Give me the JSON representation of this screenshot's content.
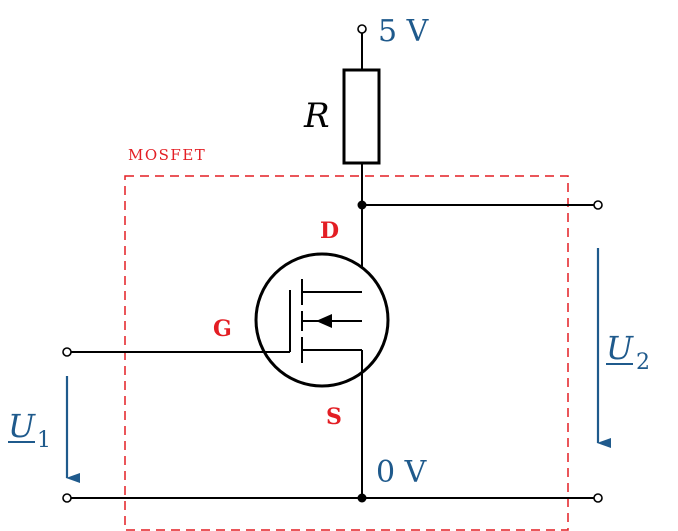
{
  "supply": {
    "label": "5 V"
  },
  "ground": {
    "label": "0 V"
  },
  "resistor": {
    "label": "R"
  },
  "mosfet": {
    "box_label": "MOSFET",
    "drain_label": "D",
    "gate_label": "G",
    "source_label": "S"
  },
  "input_voltage": {
    "symbol": "U",
    "subscript": "1"
  },
  "output_voltage": {
    "symbol": "U",
    "subscript": "2"
  },
  "colors": {
    "accent_blue": "#1f5a8c",
    "mosfet_red": "#e31e24",
    "wire": "#000000"
  }
}
